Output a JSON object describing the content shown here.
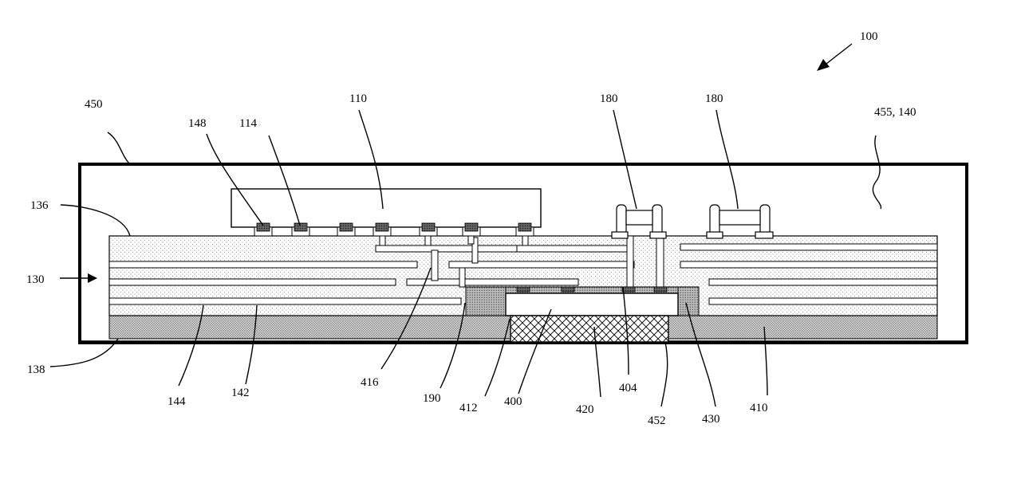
{
  "labels": {
    "l100": "100",
    "l450": "450",
    "l148": "148",
    "l114": "114",
    "l110": "110",
    "l180a": "180",
    "l180b": "180",
    "l455": "455, 140",
    "l136": "136",
    "l130": "130",
    "l138": "138",
    "l144": "144",
    "l142": "142",
    "l416": "416",
    "l190": "190",
    "l412": "412",
    "l400": "400",
    "l420": "420",
    "l404": "404",
    "l452": "452",
    "l430": "430",
    "l410": "410"
  },
  "colors": {
    "line": "#000000",
    "background": "#ffffff",
    "substrate_dots": "#9a9a9a",
    "dense_dots": "#555555"
  }
}
